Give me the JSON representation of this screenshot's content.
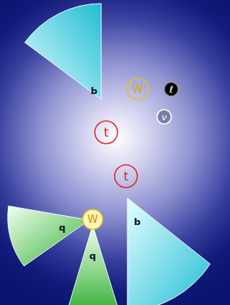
{
  "diagram": {
    "nodes": [
      {
        "text": [
          "b"
        ]
      },
      {
        "text": [
          "W"
        ]
      },
      {
        "text": [
          "ℓ"
        ]
      },
      {
        "text": [
          "ν"
        ]
      },
      {
        "text": [
          "t"
        ]
      },
      {
        "text": [
          "t"
        ]
      },
      {
        "text": [
          "q"
        ]
      },
      {
        "text": [
          "W"
        ]
      },
      {
        "text": [
          "q"
        ]
      },
      {
        "text": [
          "b"
        ]
      }
    ]
  }
}
